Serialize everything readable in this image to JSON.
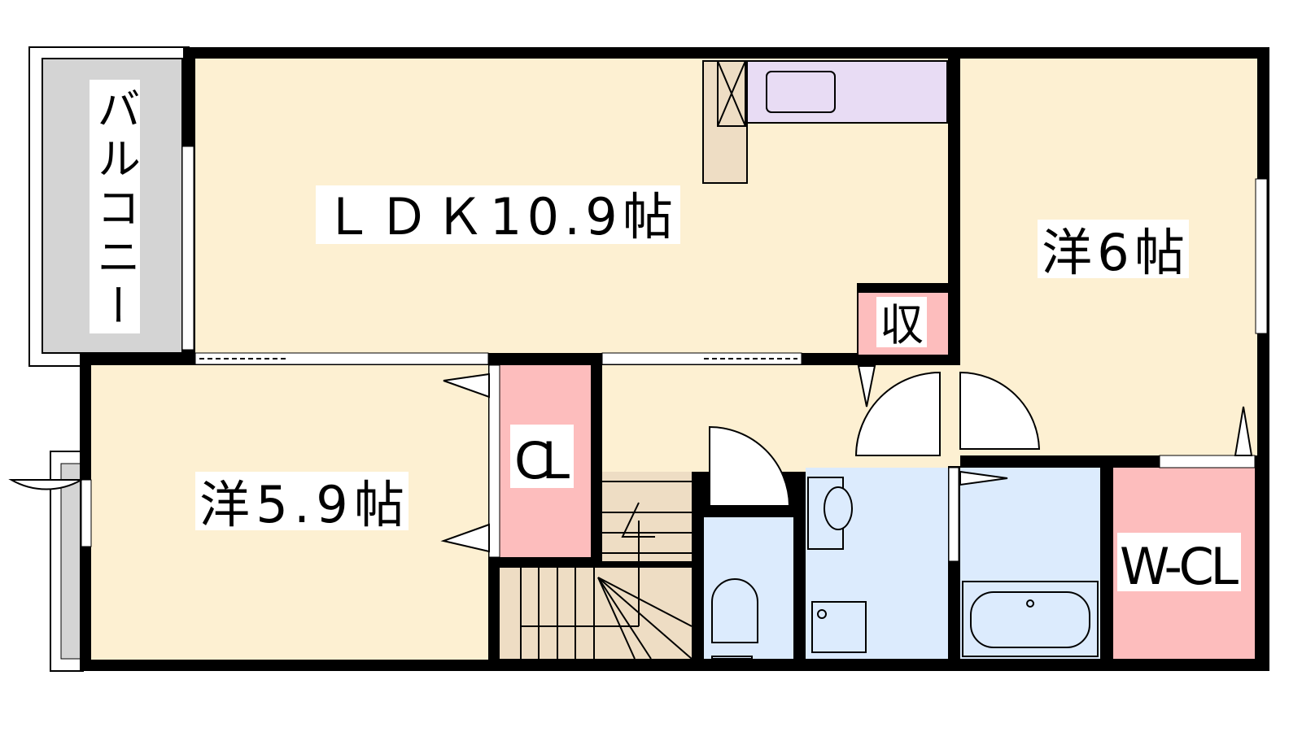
{
  "title": "間取り図",
  "rooms": {
    "ldk": "ＬＤＫ10.9帖",
    "western_6": "洋6帖",
    "western_5_9": "洋5.9帖",
    "storage": "収",
    "closet": "CL",
    "walk_in_closet": "W-CL",
    "balcony": "バルコニー"
  },
  "colors": {
    "living": "#fdf0d2",
    "closet": "#fdbdbd",
    "wet_area": "#dcebfd",
    "kitchen": "#e8dcf4",
    "stairs": "#eeddc4",
    "balcony": "#d4d4d4"
  }
}
